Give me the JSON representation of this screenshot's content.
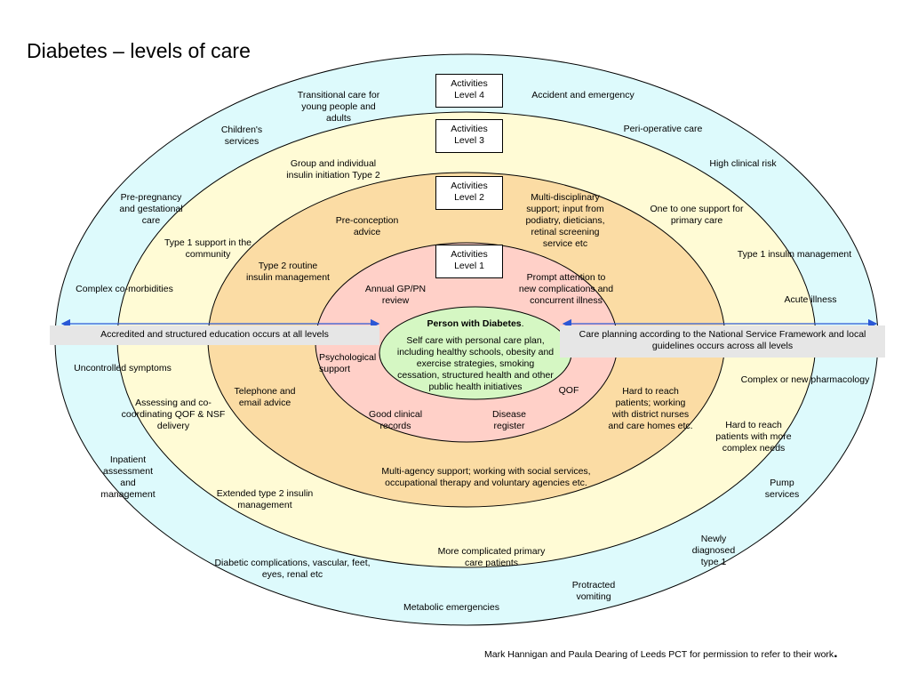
{
  "title": "Diabetes – levels of care",
  "colors": {
    "level4_ring": "#ddfafc",
    "level3_ring": "#fffbd5",
    "level2_ring": "#fbdca4",
    "level1_ring": "#ffd0c8",
    "center": "#d5f7c3",
    "band": "#e6e6e6",
    "arrow": "#2a58d6"
  },
  "activity_boxes": {
    "level4": "Activities\nLevel 4",
    "level3": "Activities\nLevel 3",
    "level2": "Activities\nLevel 2",
    "level1": "Activities\nLevel 1"
  },
  "center": {
    "heading": "Person with Diabetes",
    "heading_suffix": ".",
    "text": "Self care with personal care plan, including healthy schools, obesity and exercise strategies, smoking cessation, structured health and other public health initiatives"
  },
  "bands": {
    "left": "Accredited and structured education occurs at all levels",
    "right": "Care planning according to the National Service Framework and local guidelines occurs across all levels"
  },
  "level4_labels": {
    "transitional": "Transitional care for\nyoung people and\nadults",
    "accident": "Accident and emergency",
    "childrens": "Children's\nservices",
    "perioperative": "Peri-operative care",
    "high_risk": "High clinical risk",
    "pre_pregnancy": "Pre-pregnancy\nand gestational\ncare",
    "type1_mgmt": "Type 1 insulin management",
    "complex_comorbid": "Complex co-morbidities",
    "acute_illness": "Acute illness",
    "uncontrolled": "Uncontrolled symptoms",
    "complex_pharm": "Complex or new pharmacology",
    "hard_reach_complex": "Hard to reach\npatients with more\ncomplex needs",
    "inpatient": "Inpatient\nassessment\nand\nmanagement",
    "pump": "Pump\nservices",
    "newly_diagnosed": "Newly\ndiagnosed\ntype 1",
    "protracted": "Protracted\nvomiting",
    "metabolic": "Metabolic emergencies"
  },
  "level3_labels": {
    "group_insulin": "Group and individual\ninsulin initiation Type 2",
    "one_to_one": "One to one support for\nprimary care",
    "type1_community": "Type 1 support in the\ncommunity",
    "assessing": "Assessing and co-\ncoordinating QOF & NSF\ndelivery",
    "extended_type2": "Extended type 2 insulin\nmanagement",
    "diabetic_complications": "Diabetic complications, vascular, feet,\neyes, renal etc",
    "more_complicated": "More complicated primary\ncare patients"
  },
  "level2_labels": {
    "multi_disciplinary": "Multi-disciplinary\nsupport; input from\npodiatry, dieticians,\nretinal screening\nservice etc",
    "pre_conception": "Pre-conception\nadvice",
    "type2_routine": "Type 2 routine\ninsulin management",
    "telephone": "Telephone and\nemail advice",
    "hard_reach_district": "Hard to reach\npatients; working\nwith district nurses\nand care homes etc.",
    "multi_agency": "Multi-agency support; working with social services,\noccupational therapy and voluntary agencies etc."
  },
  "level1_labels": {
    "annual_review": "Annual GP/PN\nreview",
    "prompt_attention": "Prompt attention to\nnew complications and\nconcurrent illness",
    "psychological": "Psychological\nsupport",
    "qof": "QOF",
    "good_records": "Good clinical\nrecords",
    "disease_register": "Disease\nregister"
  },
  "footnote": "Mark Hannigan and Paula Dearing of Leeds PCT for permission to refer to their work",
  "footnote_dot": "."
}
